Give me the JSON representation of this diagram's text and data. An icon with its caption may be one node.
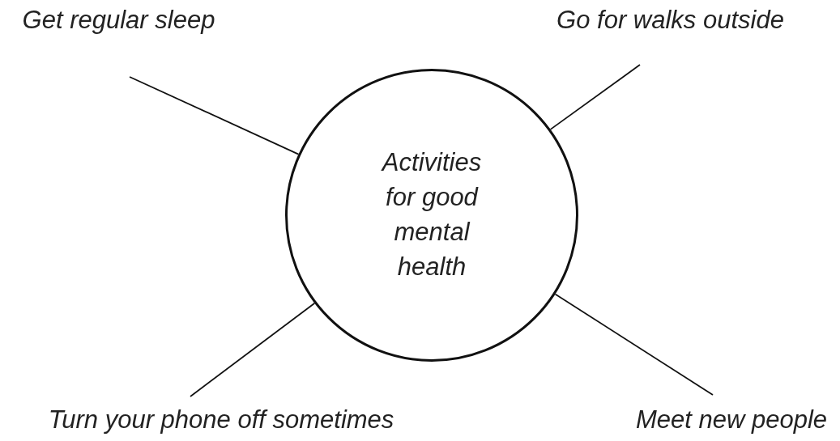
{
  "diagram": {
    "nodes": [
      {
        "text": [
          "Activities for good mental health"
        ]
      },
      {
        "text": [
          "Get regular sleep"
        ]
      },
      {
        "text": [
          "Go for walks outside"
        ]
      },
      {
        "text": [
          "Turn your phone off sometimes"
        ]
      },
      {
        "text": [
          "Meet new people"
        ]
      }
    ],
    "edges": [
      {
        "from": 0,
        "to": 1,
        "arrow": "none"
      },
      {
        "from": 0,
        "to": 2,
        "arrow": "none"
      },
      {
        "from": 0,
        "to": 3,
        "arrow": "none"
      },
      {
        "from": 0,
        "to": 4,
        "arrow": "none"
      }
    ]
  }
}
